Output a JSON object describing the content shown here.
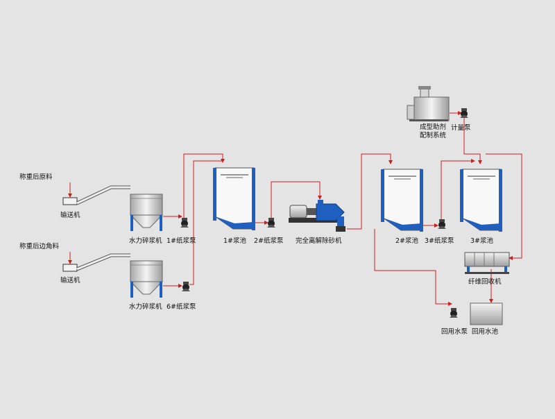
{
  "labels": {
    "raw_material": "称重后原料",
    "edge_material": "称重后边角料",
    "conveyor_1": "输送机",
    "conveyor_2": "输送机",
    "pulper_1": "水力碎浆机",
    "pulper_2": "水力碎浆机",
    "pump_1": "1#纸浆泵",
    "pump_6": "6#纸浆泵",
    "chest_1": "1#浆池",
    "pump_2": "2#纸浆泵",
    "desander": "完全离解除砂机",
    "chest_2": "2#浆池",
    "pump_3": "3#纸浆泵",
    "chest_3": "3#浆池",
    "additive_system_line1": "成型助剂",
    "additive_system_line2": "配制系统",
    "metering_pump": "计量泵",
    "fiber_recovery": "纤维回收机",
    "return_pump": "回用水泵",
    "return_tank": "回用水池"
  },
  "colors": {
    "background": "#e4e4e4",
    "flow_line": "#d11d1d",
    "tank_blue": "#1f5fbf",
    "equipment_gray": "#9a9a9a"
  }
}
